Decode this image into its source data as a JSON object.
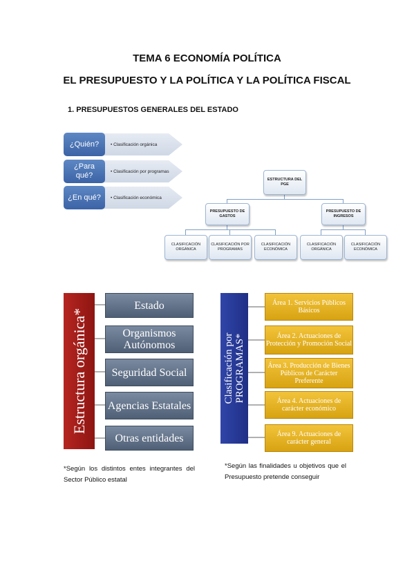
{
  "header": {
    "title": "TEMA 6 ECONOMÍA POLÍTICA",
    "subtitle": "EL PRESUPUESTO Y LA POLÍTICA Y LA POLÍTICA FISCAL",
    "section": "1.   PRESUPUESTOS GENERALES DEL ESTADO"
  },
  "questions": [
    {
      "label": "¿Quién?",
      "text": "• Clasificación orgánica"
    },
    {
      "label": "¿Para qué?",
      "text": "• Clasificación por programas"
    },
    {
      "label": "¿En qué?",
      "text": "• Clasificación económica"
    }
  ],
  "tree": {
    "root": "ESTRUCTURA DEL PGE",
    "gastos": "PRESUPUESTO DE GASTOS",
    "ingresos": "PRESUPUESTO DE INGRESOS",
    "leaves": [
      "CLASIFICACIÓN ORGÁNICA",
      "CLASIFICACIÓN POR PROGRAMAS",
      "CLASIFICACIÓN ECONÓMICA",
      "CLASIFICACIÓN ORGÁNICA",
      "CLASIFICACIÓN ECONÓMICA"
    ]
  },
  "organica": {
    "label": "Estructura orgánica*",
    "items": [
      "Estado",
      "Organismos Autónomos",
      "Seguridad Social",
      "Agencias Estatales",
      "Otras entidades"
    ],
    "note": "*Según los distintos entes integrantes del Sector Público estatal"
  },
  "programas": {
    "label": "Clasificación por PROGRAMAS*",
    "items": [
      "Área 1. Servicios Públicos Básicos",
      "Área 2. Actuaciones de Protección y Promoción Social",
      "Área 3. Producción de Bienes Públicos de Carácter Preferente",
      "Área 4. Actuaciones de carácter económico",
      "Área 9. Actuaciones de carácter general"
    ],
    "note": "*Según las finalidades u objetivos que el Presupuesto pretende conseguir"
  },
  "colors": {
    "blue_box": "#3b63a6",
    "red_bar": "#b52520",
    "grey_box": "#5e6e84",
    "navy_bar": "#263a99",
    "gold_box": "#e3b124"
  }
}
